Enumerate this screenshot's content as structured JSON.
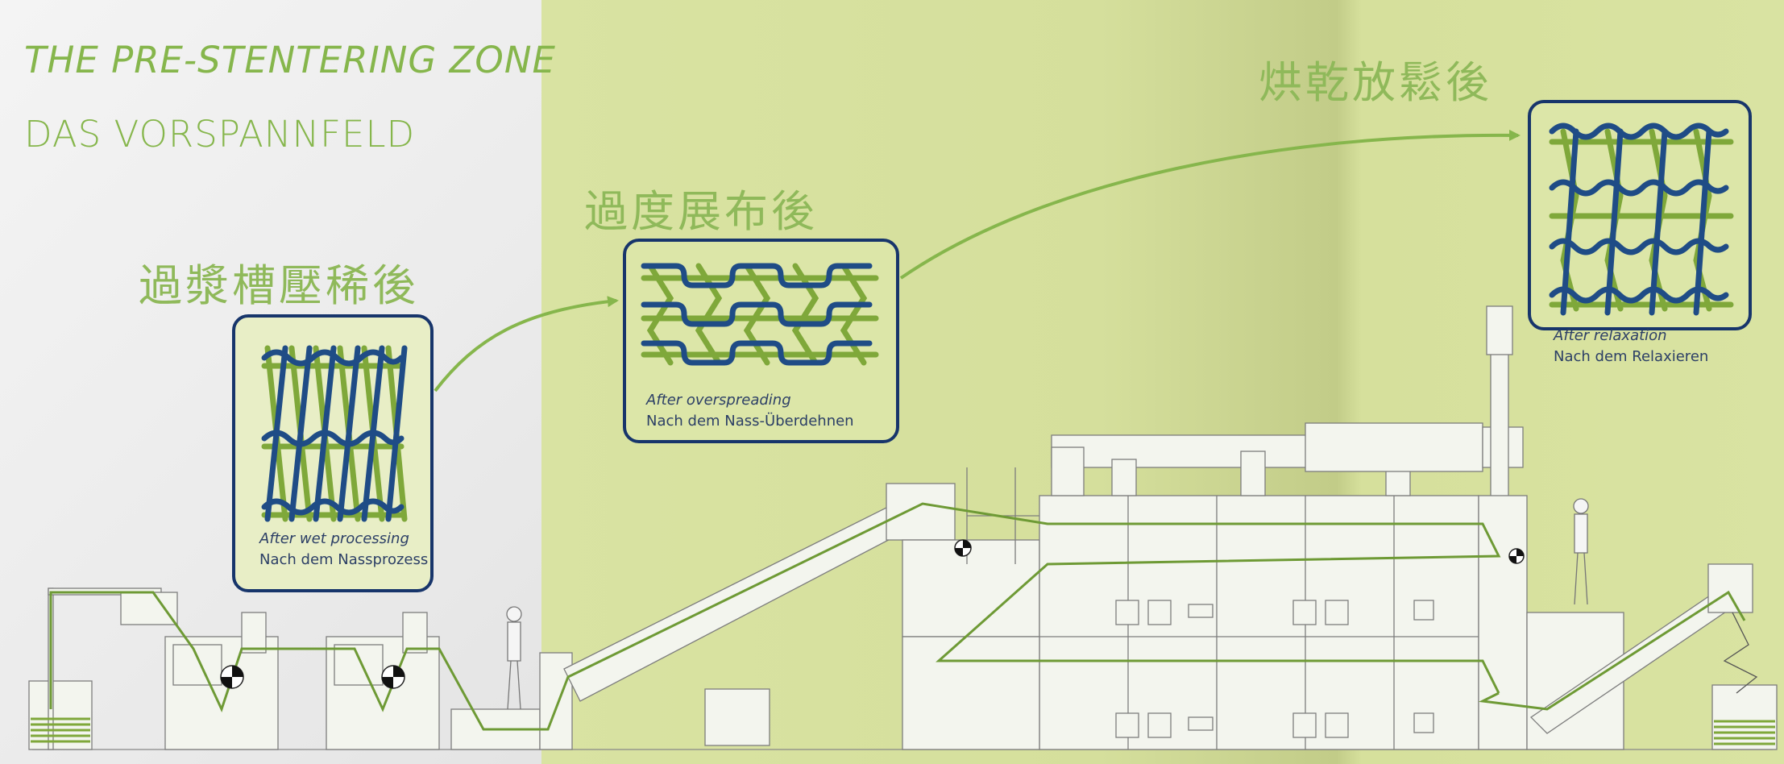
{
  "titles": {
    "en": "THE PRE-STENTERING ZONE",
    "de": "DAS VORSPANNFELD"
  },
  "stages": [
    {
      "cjk": "過漿槽壓稀後",
      "caption_en": "After wet processing",
      "caption_de": "Nach dem Nassprozess"
    },
    {
      "cjk": "過度展布後",
      "caption_en": "After overspreading",
      "caption_de": "Nach dem Nass-Überdehnen"
    },
    {
      "cjk": "烘乾放鬆後",
      "caption_en": "After relaxation",
      "caption_de": "Nach dem Relaxieren"
    }
  ],
  "colors": {
    "accent_green": "#86b64c",
    "navy": "#17356b",
    "yarn_green": "#7fa83a",
    "yarn_blue": "#1f4c86"
  }
}
